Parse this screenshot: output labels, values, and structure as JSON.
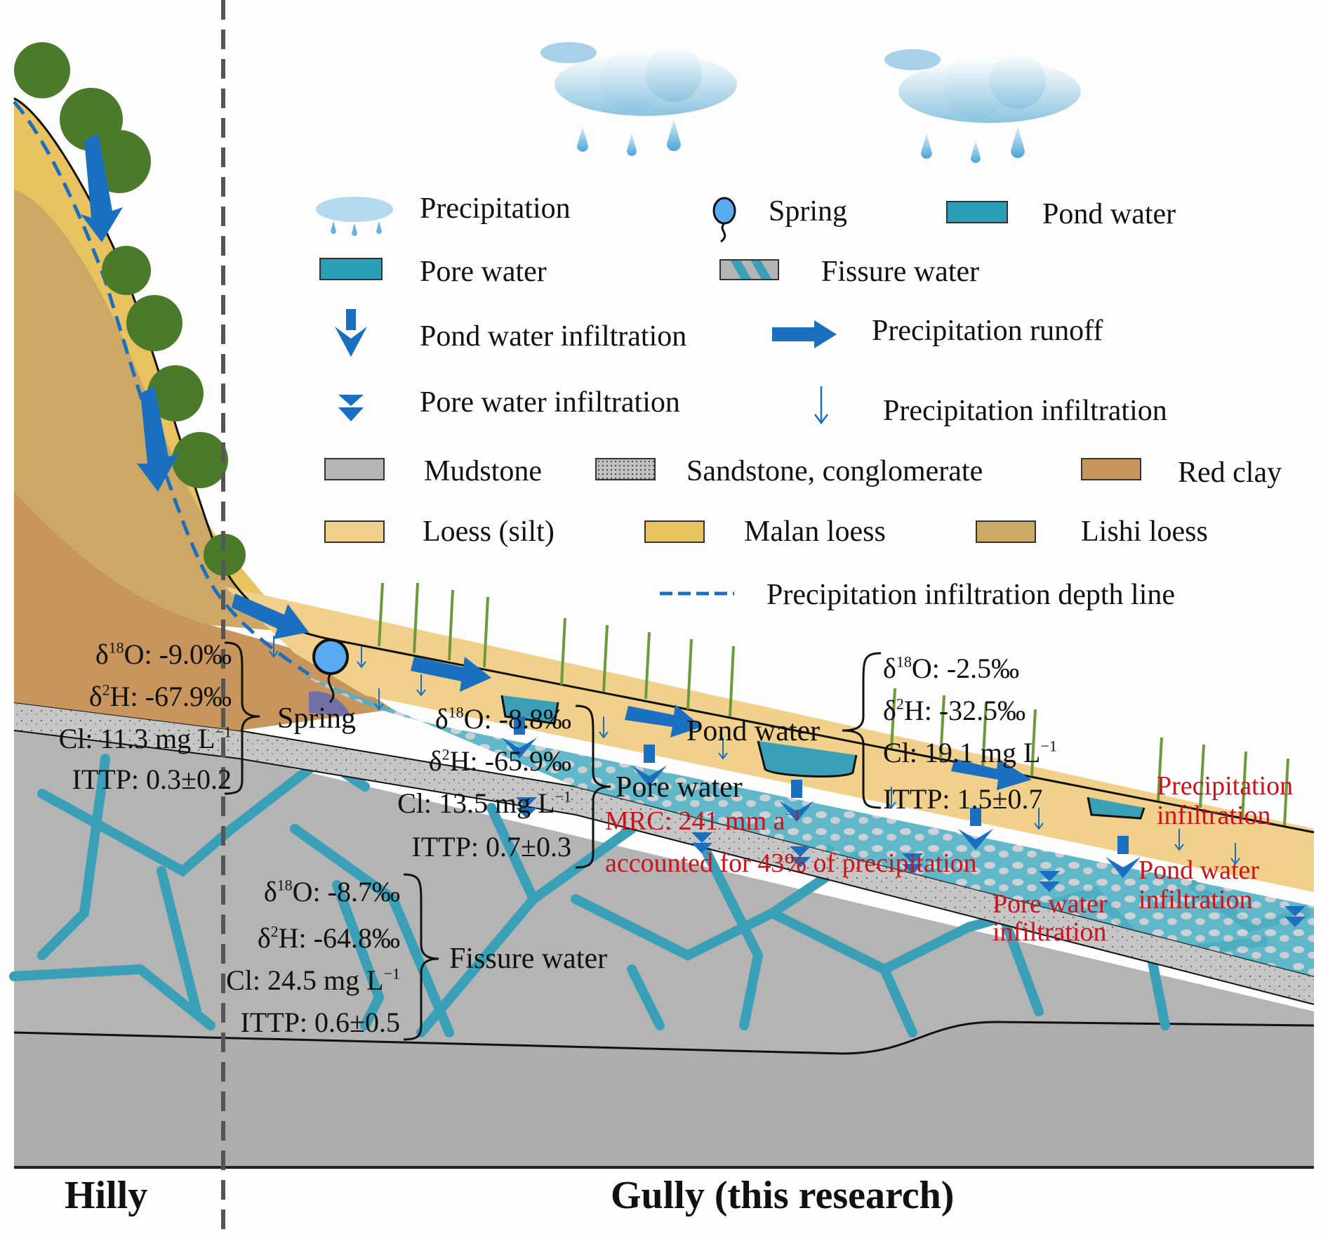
{
  "legend": {
    "precipitation": "Precipitation",
    "spring": "Spring",
    "pond_water": "Pond water",
    "pore_water": "Pore water",
    "fissure_water": "Fissure water",
    "pond_water_infiltration": "Pond water infiltration",
    "precipitation_runoff": "Precipitation runoff",
    "pore_water_infiltration": "Pore water infiltration",
    "precipitation_infiltration": "Precipitation infiltration",
    "mudstone": "Mudstone",
    "sandstone": "Sandstone, conglomerate",
    "red_clay": "Red clay",
    "loess_silt": "Loess (silt)",
    "malan_loess": "Malan loess",
    "lishi_loess": "Lishi loess",
    "depth_line": "Precipitation infiltration depth line"
  },
  "colors": {
    "mudstone": "#b4b4b4",
    "sandstone": "#c4c4c4",
    "red_clay": "#c8955c",
    "loess_silt": "#f0d08a",
    "malan_loess": "#e8c25e",
    "lishi_loess": "#cda865",
    "water_blue": "#3aa0b8",
    "arrow_blue": "#1a6fc0",
    "spring_blue": "#5aaaf0",
    "label_red": "#c8141e"
  },
  "groups": {
    "spring": {
      "name": "Spring",
      "d18o_label": "δ",
      "d18o_sup": "18",
      "d18o_rest": "O: -9.0‰",
      "d2h_label": "δ",
      "d2h_sup": "2",
      "d2h_rest": "H: -67.9‰",
      "cl": "Cl: 11.3 mg L",
      "cl_sup": "−1",
      "ittp": "ITTP: 0.3±0.2"
    },
    "pore_water": {
      "name": "Pore water",
      "d18o_label": "δ",
      "d18o_sup": "18",
      "d18o_rest": "O: -8.8‰",
      "d2h_label": "δ",
      "d2h_sup": "2",
      "d2h_rest": "H: -65.9‰",
      "cl": "Cl: 13.5 mg L",
      "cl_sup": "−1",
      "ittp": "ITTP: 0.7±0.3"
    },
    "pond_water": {
      "name": "Pond water",
      "d18o_label": "δ",
      "d18o_sup": "18",
      "d18o_rest": "O: -2.5‰",
      "d2h_label": "δ",
      "d2h_sup": "2",
      "d2h_rest": "H: -32.5‰",
      "cl": "Cl: 19.1 mg L",
      "cl_sup": "−1",
      "ittp": "ITTP: 1.5±0.7"
    },
    "fissure_water": {
      "name": "Fissure water",
      "d18o_label": "δ",
      "d18o_sup": "18",
      "d18o_rest": "O: -8.7‰",
      "d2h_label": "δ",
      "d2h_sup": "2",
      "d2h_rest": "H: -64.8‰",
      "cl": "Cl: 24.5 mg L",
      "cl_sup": "−1",
      "ittp": "ITTP: 0.6±0.5"
    }
  },
  "annotations": {
    "mrc_line1": "MRC: 241 mm a",
    "mrc_sup": "−1",
    "mrc_line2": "accounted for 43% of  precipitation",
    "precip_infil_1": "Precipitation",
    "precip_infil_2": "infiltration",
    "pond_infil_1": "Pond water",
    "pond_infil_2": "infiltration",
    "pore_infil_1": "Pore water",
    "pore_infil_2": "infiltration"
  },
  "regions": {
    "hilly": "Hilly",
    "gully": "Gully (this research)"
  }
}
